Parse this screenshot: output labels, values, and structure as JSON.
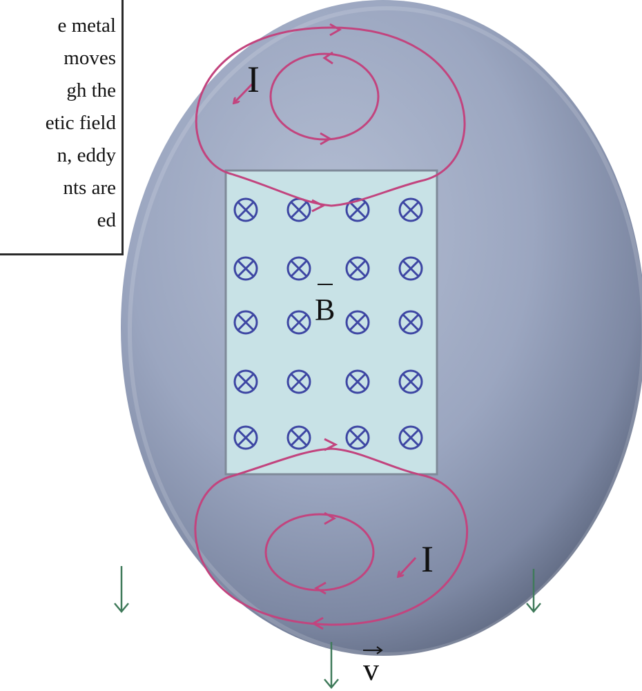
{
  "caption": {
    "lines": [
      "e metal",
      "moves",
      "gh the",
      "etic field",
      "n, eddy",
      "nts are",
      "ed"
    ]
  },
  "labels": {
    "current_top": "I",
    "current_bottom": "I",
    "field": "B",
    "velocity": "v"
  },
  "field_grid": {
    "rows": 5,
    "cols": 4,
    "symbol": "into-page-cross",
    "color": "#3d46a3"
  },
  "colors": {
    "disk": "#9aa5bf",
    "field_region": "#c8e2e6",
    "eddy_current": "#c2447e",
    "velocity_arrow": "#3f7a5a",
    "caption_border": "#2a2a2a"
  }
}
